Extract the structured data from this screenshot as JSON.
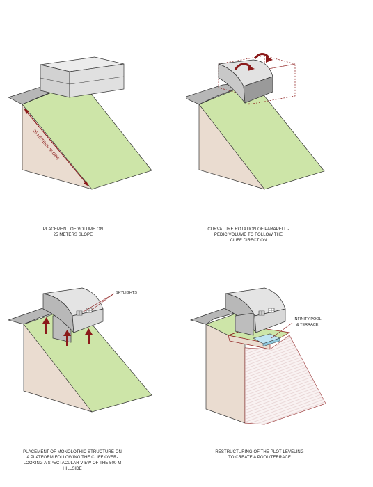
{
  "panels": [
    {
      "id": "p1",
      "caption_lines": [
        "PLACEMENT OF VOLUME ON",
        "25 METERS SLOPE"
      ],
      "dimension_label": "25 METERS SLOPE"
    },
    {
      "id": "p2",
      "caption_lines": [
        "CURVATURE ROTATION OF PARAPELLI-",
        "PEDIC VOLUME TO FOLLOW THE",
        "CLIFF DIRECTION"
      ]
    },
    {
      "id": "p3",
      "caption_lines": [
        "PLACEMENT OF MONOLOTHIC STRUCTURE ON",
        "A PLATFORM FOLLOWING THE CLIFF OVER-",
        "LOOKING A SPECTACULAR VIEW OF THE 500 M",
        "HILLSIDE"
      ],
      "callout_label": "SKYLIGHTS"
    },
    {
      "id": "p4",
      "caption_lines": [
        "RESTRUCTURING OF THE PLOT LEVELING",
        "TO CREATE A POOL/TERRACE"
      ],
      "callout_lines": [
        "INFINITY POOL",
        "& TERRACE"
      ]
    }
  ],
  "colors": {
    "grass": "#cde5a8",
    "earth": "#eadcd0",
    "volume_light": "#ececec",
    "volume_mid": "#d2d2d2",
    "volume_dark": "#a8a8a8",
    "accent": "#8b1a1a",
    "pool": "#bfe4f2",
    "outline": "#333333"
  }
}
